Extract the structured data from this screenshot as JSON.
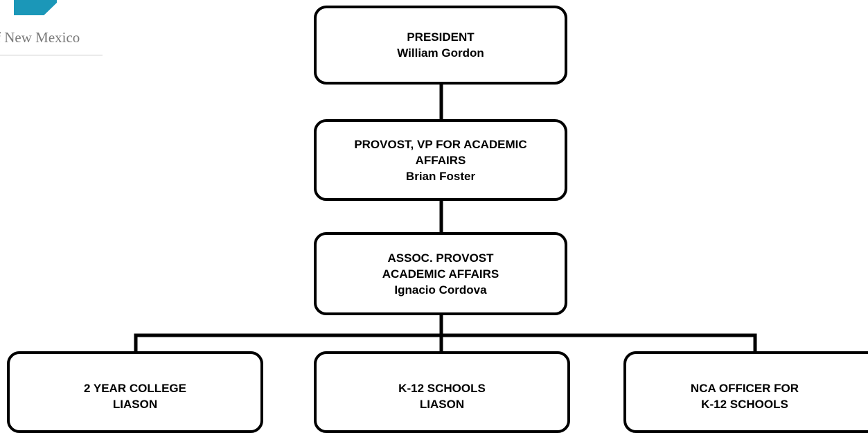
{
  "logo": {
    "text": "f New Mexico",
    "accent_color": "#1b97b8"
  },
  "org_chart": {
    "president": {
      "title": "PRESIDENT",
      "name": "William Gordon"
    },
    "provost": {
      "title_line1": "PROVOST, VP FOR ACADEMIC",
      "title_line2": "AFFAIRS",
      "name": "Brian Foster"
    },
    "assoc_provost": {
      "title_line1": "ASSOC. PROVOST",
      "title_line2": "ACADEMIC AFFAIRS",
      "name": "Ignacio Cordova"
    },
    "liaisons": [
      {
        "line1": "2 YEAR COLLEGE",
        "line2": "LIASON"
      },
      {
        "line1": "K-12 SCHOOLS",
        "line2": "LIASON"
      },
      {
        "line1": "NCA OFFICER FOR",
        "line2": "K-12 SCHOOLS"
      }
    ]
  }
}
